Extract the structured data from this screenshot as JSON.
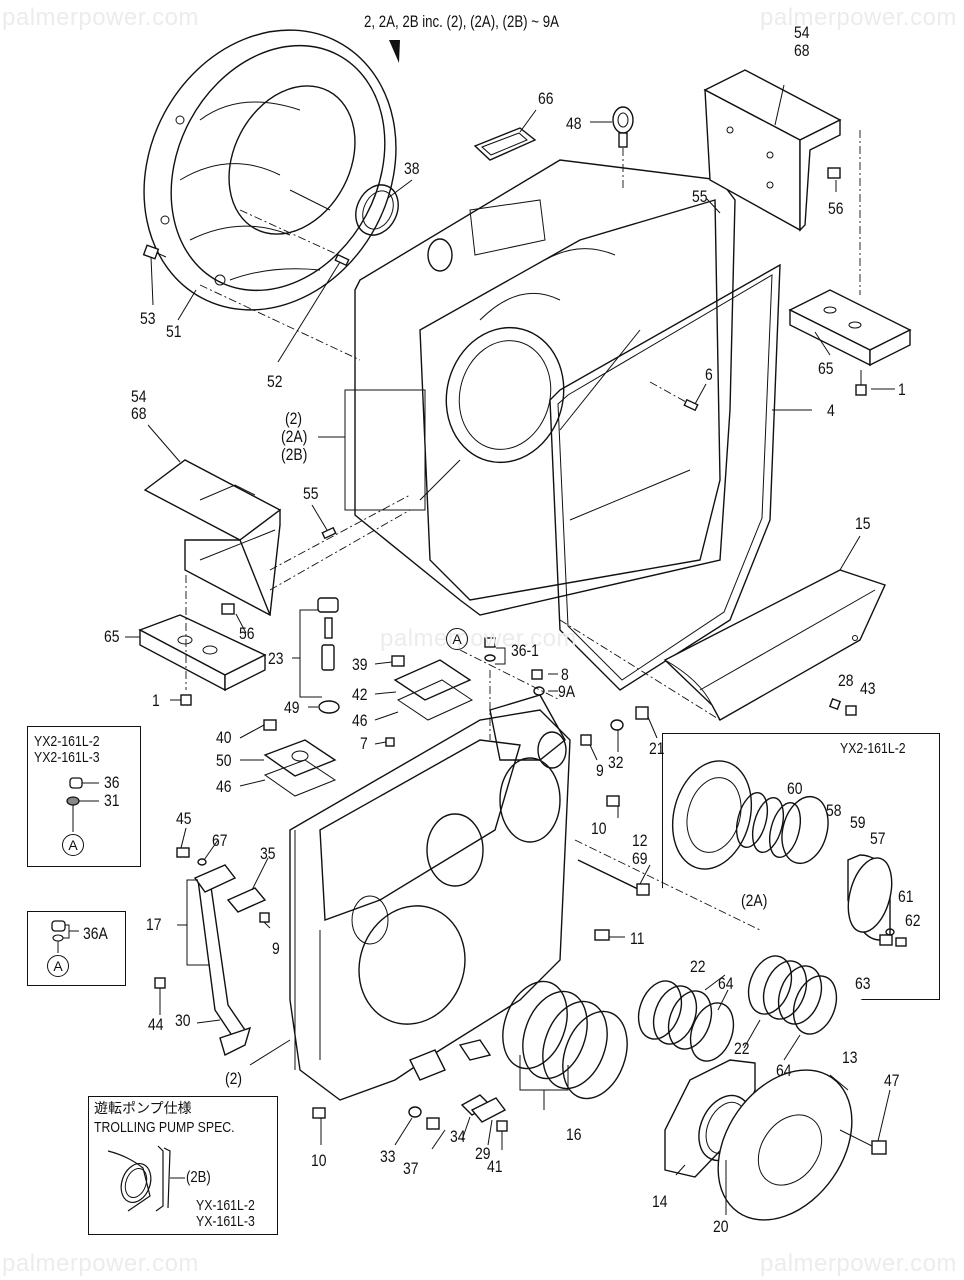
{
  "watermark": "palmerpower.com",
  "header": {
    "note": "2, 2A, 2B inc. (2), (2A), (2B) ~ 9A",
    "arrow_icon": "down-pointing-triangle"
  },
  "callouts": {
    "p54_68_top": [
      "54",
      "68"
    ],
    "p66": "66",
    "p48": "48",
    "p38": "38",
    "p55_top": "55",
    "p56_top": "56",
    "p53": "53",
    "p51": "51",
    "p52": "52",
    "p65_top": "65",
    "p1_top": "1",
    "p6": "6",
    "p4": "4",
    "p54_68_left": [
      "54",
      "68"
    ],
    "case_ref": [
      "(2)",
      "(2A)",
      "(2B)"
    ],
    "p55_left": "55",
    "p15": "15",
    "p56_left": "56",
    "p65_left": "65",
    "p23": "23",
    "p1_left": "1",
    "pA_main": "A",
    "p36_1": "36-1",
    "p39": "39",
    "p8": "8",
    "p9A": "9A",
    "p42": "42",
    "p28": "28",
    "p43": "43",
    "p46_a": "46",
    "p49": "49",
    "p7": "7",
    "p40": "40",
    "p50": "50",
    "p46_b": "46",
    "p9_a": "9",
    "p32": "32",
    "p21": "21",
    "p10_a": "10",
    "p45": "45",
    "p67": "67",
    "p35": "35",
    "p12_69": [
      "12",
      "69"
    ],
    "p17": "17",
    "p9_b": "9",
    "p11": "11",
    "p44": "44",
    "p30": "30",
    "p22_a": "22",
    "p64_a": "64",
    "p22_b": "22",
    "p64_b": "64",
    "case_ref_2": "(2)",
    "p16": "16",
    "p13": "13",
    "p47": "47",
    "p10_b": "10",
    "p33": "33",
    "p34": "34",
    "p29": "29",
    "p37": "37",
    "p41": "41",
    "p14": "14",
    "p20": "20"
  },
  "inset_yx2_161l_2": {
    "title": "YX2-161L-2",
    "labels": {
      "p60": "60",
      "p58": "58",
      "p59": "59",
      "p57": "57",
      "p61": "61",
      "p62": "62",
      "p63": "63",
      "ref": "(2A)"
    }
  },
  "inset_yx2_models": {
    "models": [
      "YX2-161L-2",
      "YX2-161L-3"
    ],
    "labels": [
      "36",
      "31"
    ],
    "ref": "A"
  },
  "inset_36A": {
    "label": "36A",
    "ref": "A"
  },
  "inset_trolling": {
    "title_jp": "遊転ポンプ仕様",
    "title_en": "TROLLING PUMP SPEC.",
    "ref": "(2B)",
    "models": [
      "YX-161L-2",
      "YX-161L-3"
    ]
  }
}
